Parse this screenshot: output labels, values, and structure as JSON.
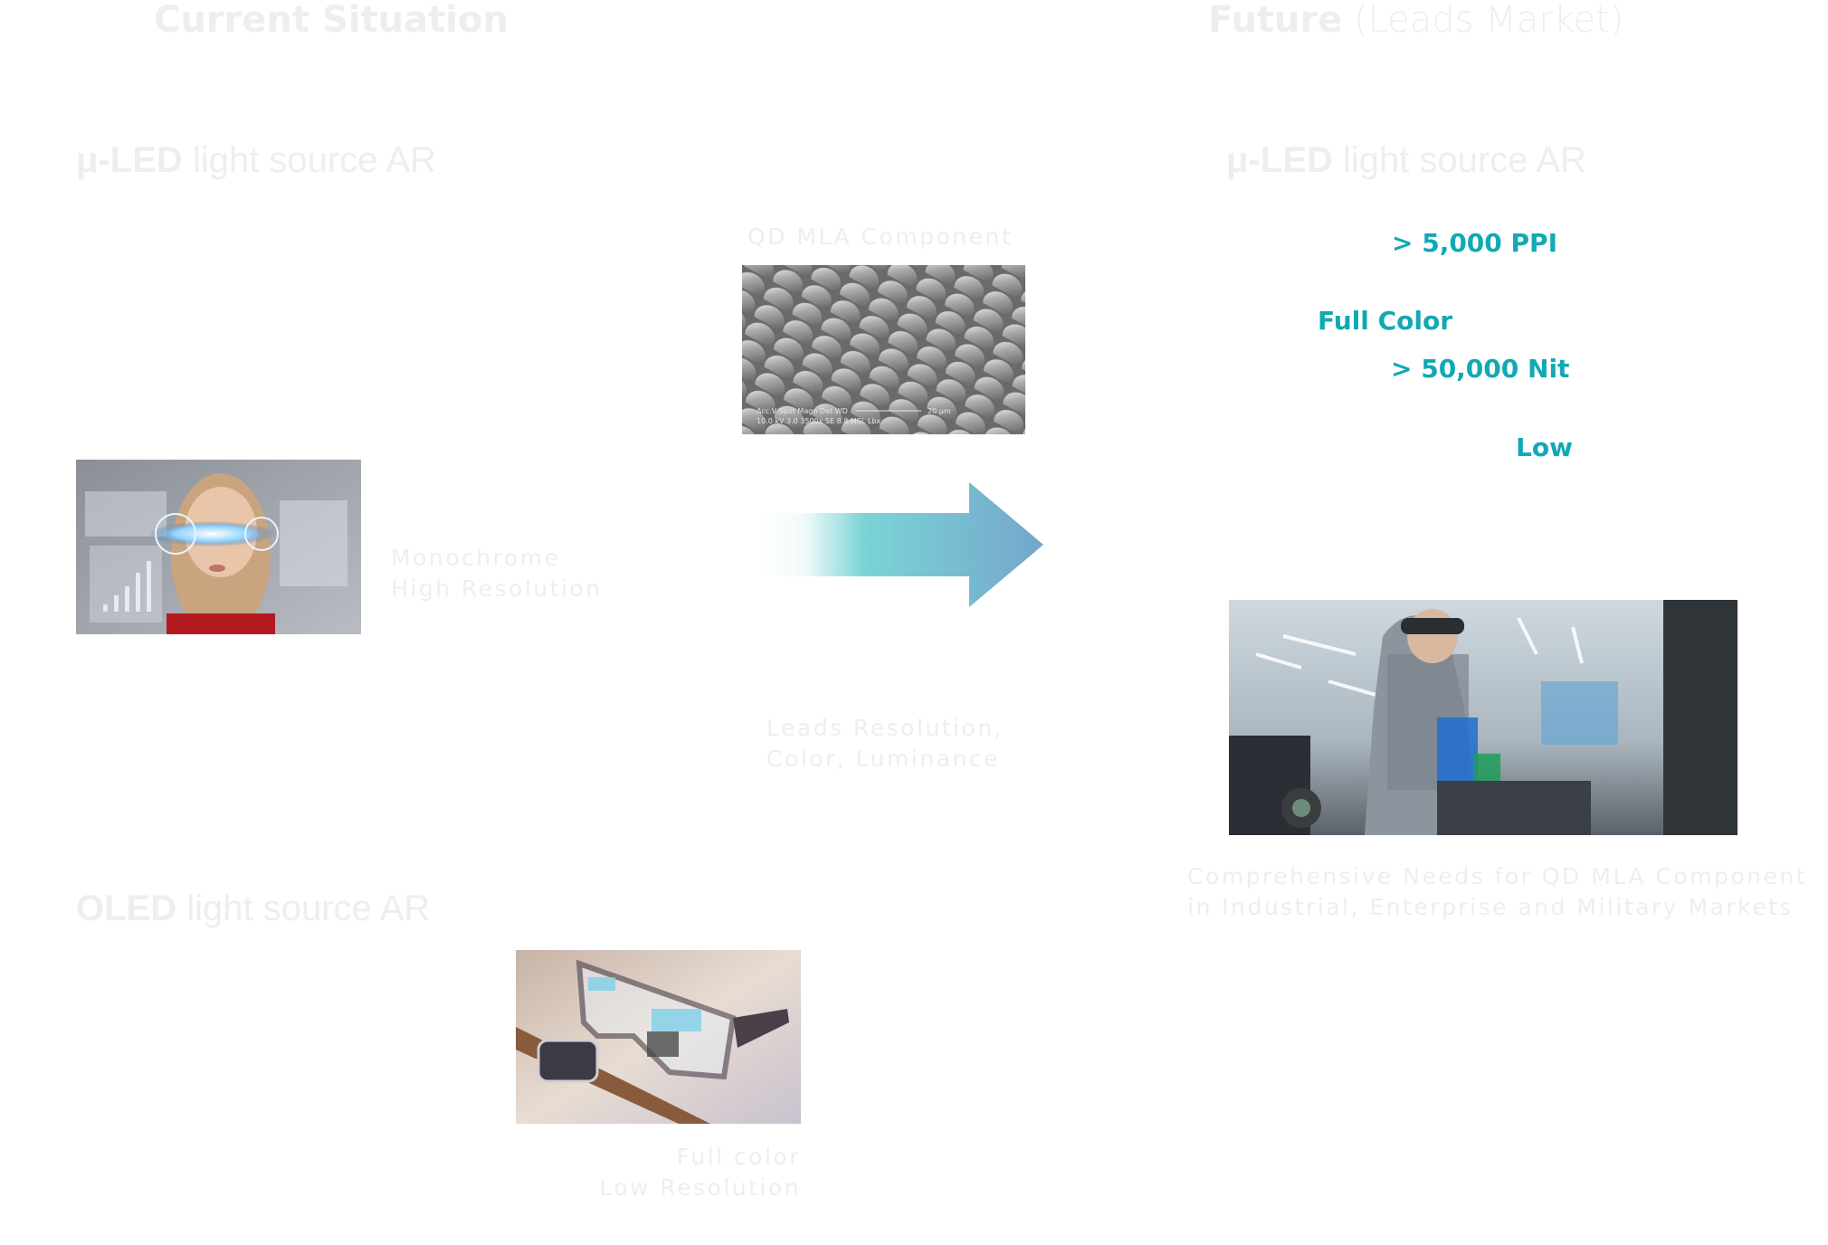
{
  "colors": {
    "faint_text": "#eeeeee",
    "accent_teal": "#10a9b4",
    "arrow_start": "#ffffff",
    "arrow_mid": "#7bd4d6",
    "arrow_end": "#74a6cc"
  },
  "left": {
    "title_bold": "Current Situation",
    "uled": {
      "bold": "μ-LED",
      "light": "light source AR",
      "caption": [
        "Monochrome",
        "High Resolution"
      ],
      "image": "woman-ar-visor-photo"
    },
    "oled": {
      "bold": "OLED",
      "light": "light source AR",
      "caption": [
        "Full color",
        "Low Resolution"
      ],
      "image": "ar-glasses-and-watch-photo"
    }
  },
  "middle": {
    "component_label": "QD MLA Component",
    "image": "sem-microlens-array-photo",
    "sem_overlay": [
      "Acc.V  Spot Magn   Det  WD",
      "10.0 kV 3.0  3500x   SE   8.8  MSL Lbx"
    ],
    "scale_bar": "20 μm",
    "arrow_icon": "right-arrow-gradient",
    "caption": [
      "Leads Resolution,",
      "Color, Luminance"
    ]
  },
  "right": {
    "title_bold": "Future",
    "title_light": "(Leads Market)",
    "uled": {
      "bold": "μ-LED",
      "light": "light source AR"
    },
    "specs": [
      "> 5,000 PPI",
      "Full Color",
      "> 50,000 Nit",
      "Low"
    ],
    "image": "factory-worker-ar-headset-photo",
    "caption": [
      "Comprehensive Needs for QD MLA Component",
      "in Industrial, Enterprise and Military Markets"
    ]
  }
}
